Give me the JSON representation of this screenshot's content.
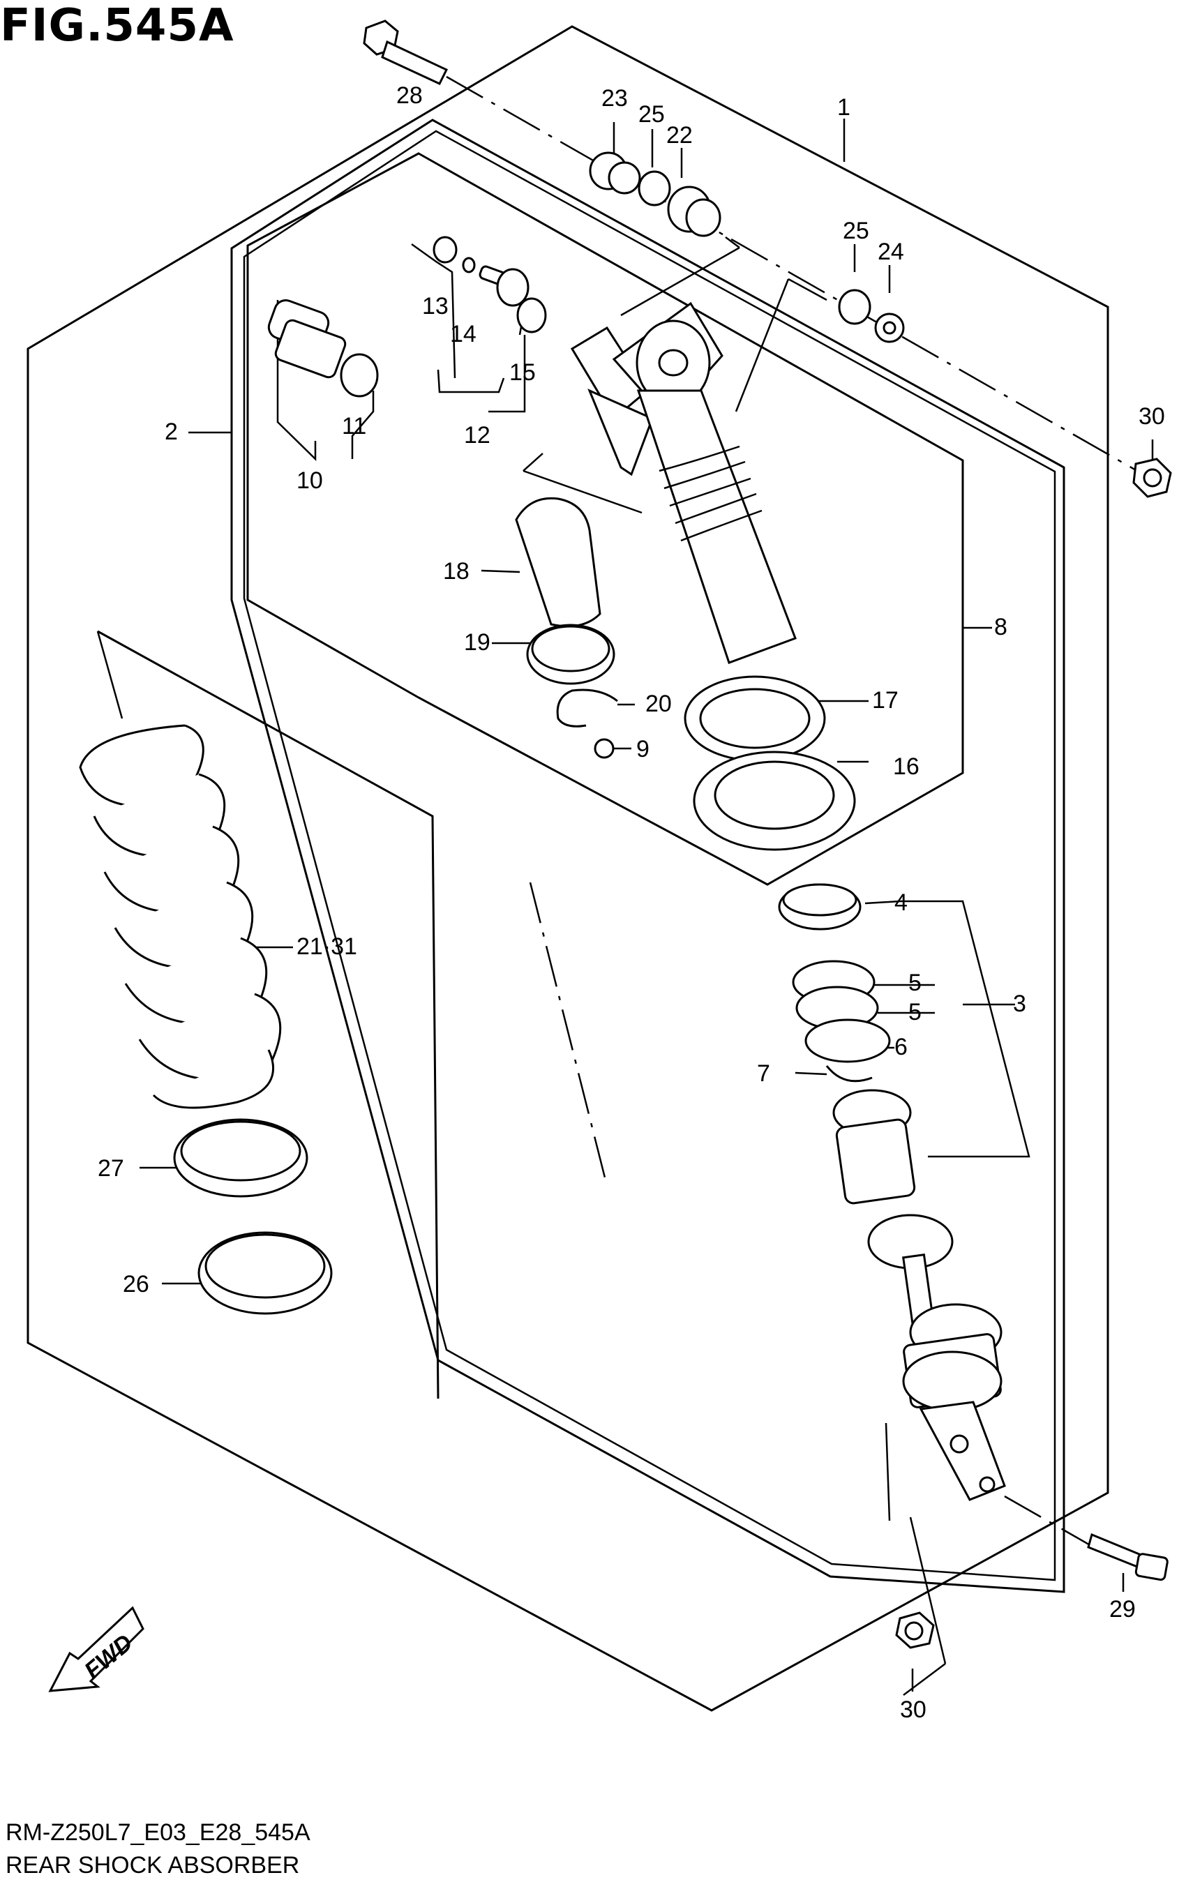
{
  "figure": {
    "title": "FIG.545A",
    "model_code": "RM-Z250L7_E03_E28_545A",
    "section_name": "REAR SHOCK ABSORBER"
  },
  "fwd_label": "FWD",
  "labels": {
    "p1": "1",
    "p2": "2",
    "p3": "3",
    "p4": "4",
    "p5a": "5",
    "p5b": "5",
    "p6": "6",
    "p7": "7",
    "p8": "8",
    "p9": "9",
    "p10": "10",
    "p11": "11",
    "p12": "12",
    "p13": "13",
    "p14": "14",
    "p15": "15",
    "p16": "16",
    "p17": "17",
    "p18": "18",
    "p19": "19",
    "p20": "20",
    "p21": "21·31",
    "p22": "22",
    "p23": "23",
    "p24": "24",
    "p25a": "25",
    "p25b": "25",
    "p26": "26",
    "p27": "27",
    "p28": "28",
    "p29": "29",
    "p30a": "30",
    "p30b": "30"
  }
}
